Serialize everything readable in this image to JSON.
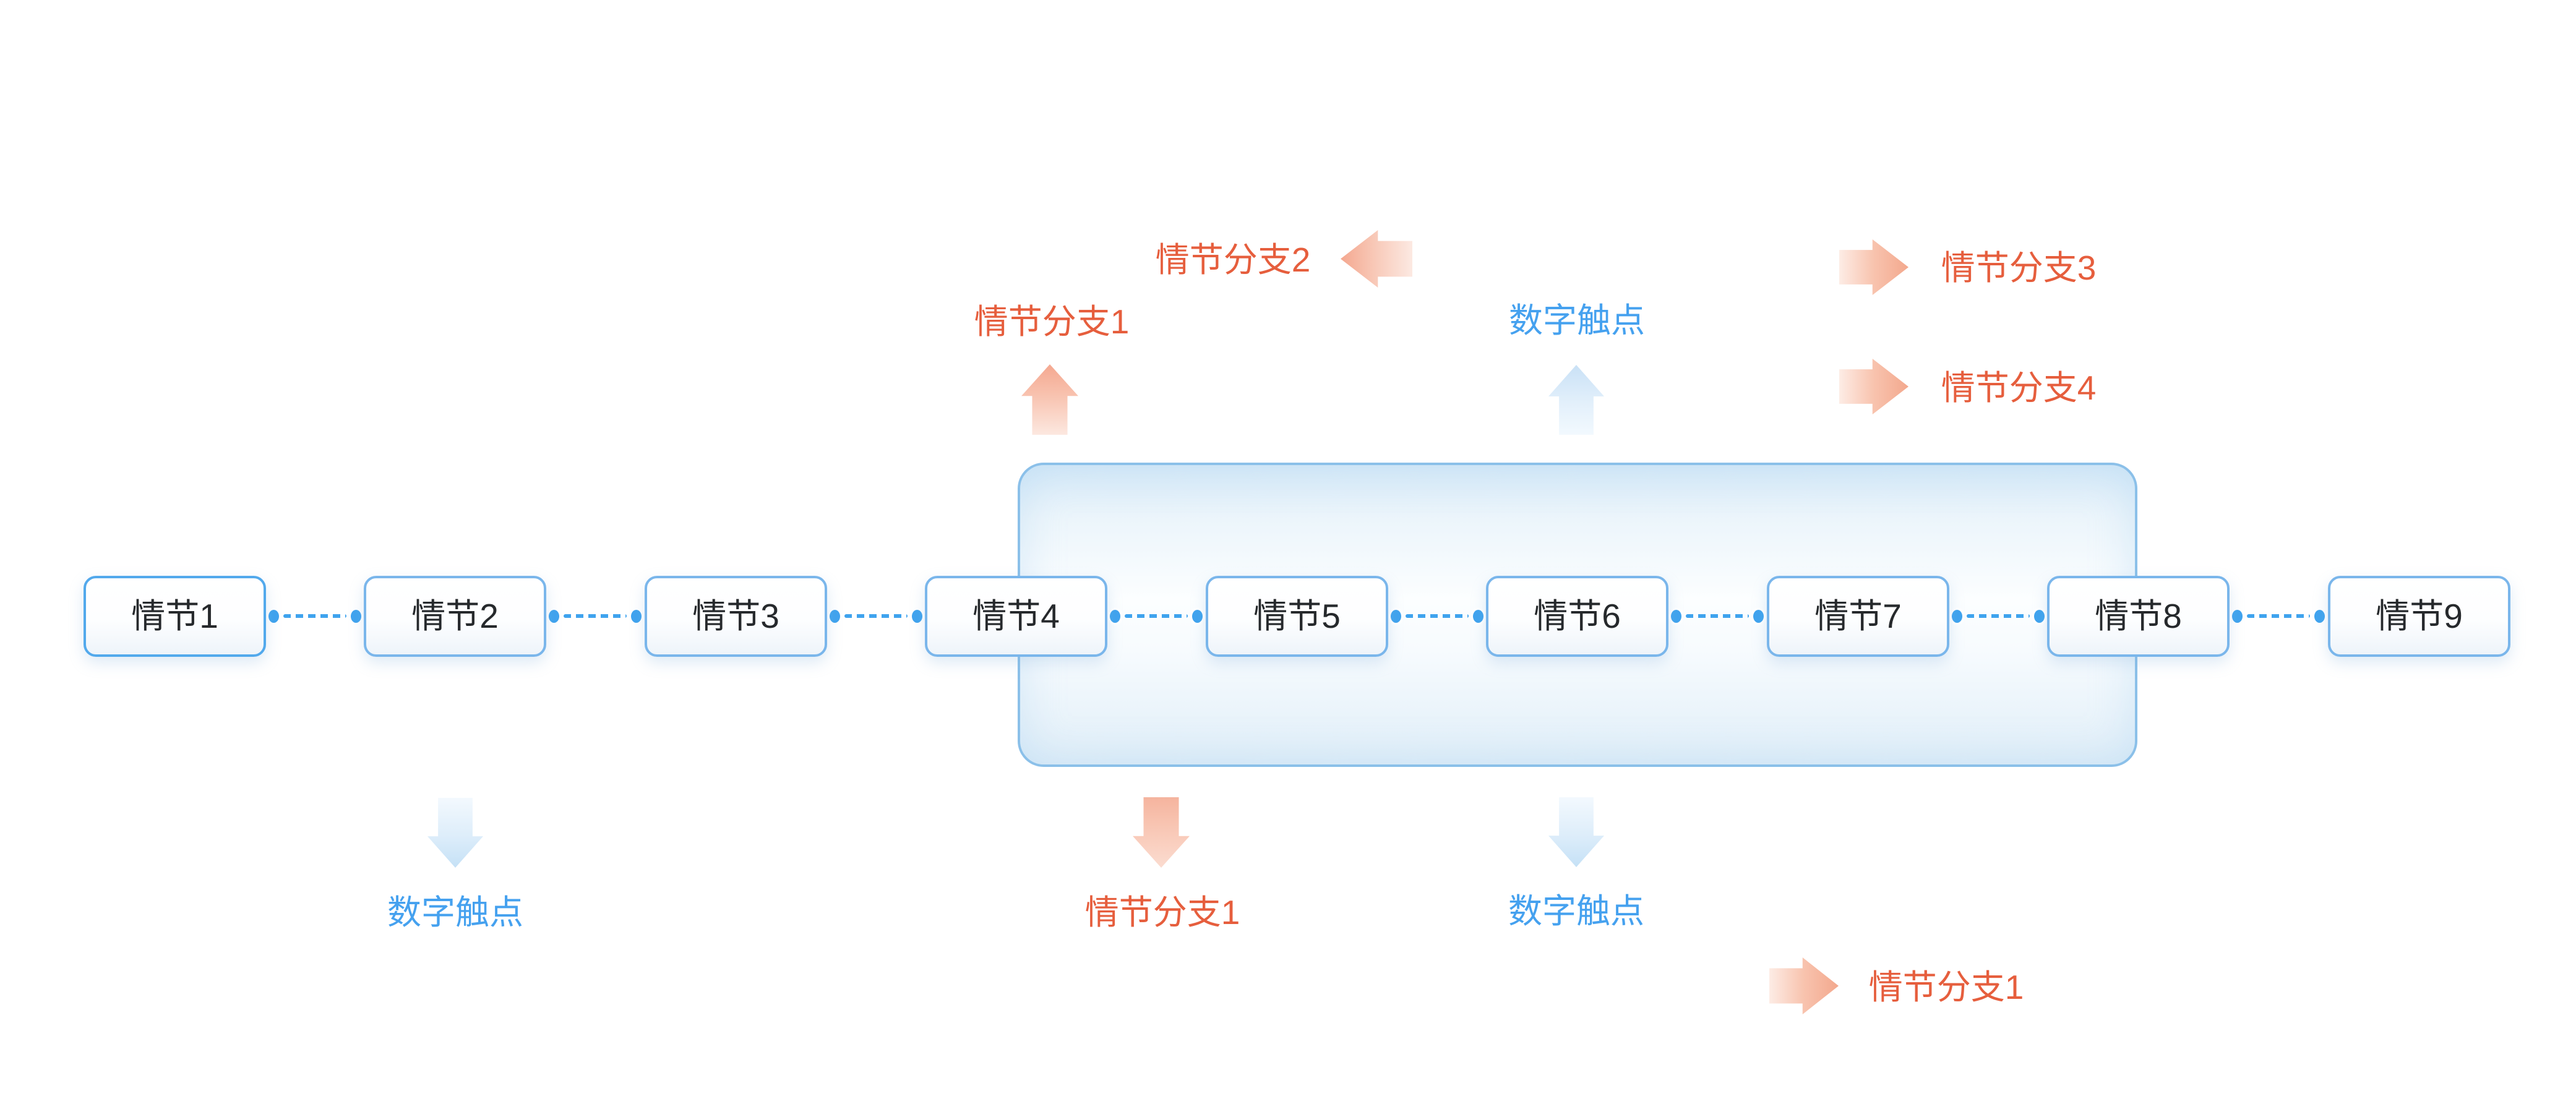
{
  "canvas": {
    "kind": "story-plot-flow-diagram",
    "background": "#ffffff"
  },
  "colors": {
    "node_border": "#7AB6EB",
    "node_border_first": "#52A9EC",
    "node_text": "#26292C",
    "connector": "#3FA3EE",
    "group_border": "#8BC0E9",
    "group_fill_tint": "#D7EAF8",
    "branch_text": "#E65E3D",
    "touchpoint_text": "#45A1EF",
    "branch_arrow": "#F3A88D",
    "touchpoint_arrow": "#C5E1F6"
  },
  "nodes": [
    {
      "label": "情节1"
    },
    {
      "label": "情节2"
    },
    {
      "label": "情节3"
    },
    {
      "label": "情节4"
    },
    {
      "label": "情节5"
    },
    {
      "label": "情节6"
    },
    {
      "label": "情节7"
    },
    {
      "label": "情节8"
    },
    {
      "label": "情节9"
    }
  ],
  "annotations": {
    "top": [
      {
        "label": "情节分支1",
        "arrow": "up",
        "palette": "orange"
      },
      {
        "label": "情节分支2",
        "arrow": "left",
        "palette": "orange"
      },
      {
        "label": "数字触点",
        "arrow": "up",
        "palette": "blue"
      },
      {
        "label": "情节分支3",
        "arrow": "right",
        "palette": "orange"
      },
      {
        "label": "情节分支4",
        "arrow": "right",
        "palette": "orange"
      }
    ],
    "bottom": [
      {
        "label": "数字触点",
        "arrow": "down",
        "palette": "blue"
      },
      {
        "label": "情节分支1",
        "arrow": "down",
        "palette": "orange"
      },
      {
        "label": "数字触点",
        "arrow": "down",
        "palette": "blue"
      },
      {
        "label": "情节分支1",
        "arrow": "right",
        "palette": "orange"
      }
    ]
  }
}
